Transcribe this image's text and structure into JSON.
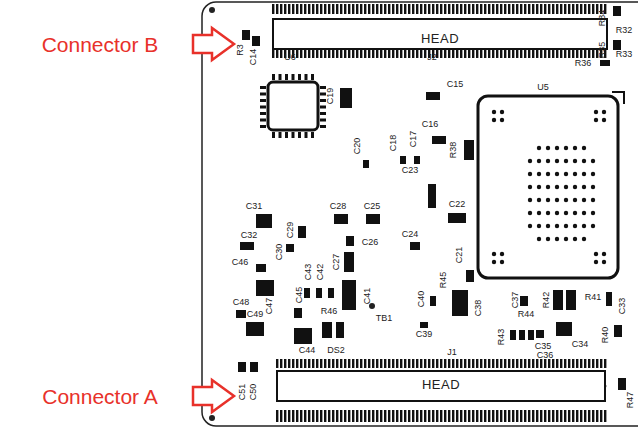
{
  "diagram": {
    "nodes": [
      {
        "text": [
          "HEAD"
        ]
      },
      {
        "text": [
          "HEAD"
        ]
      }
    ],
    "labels": [
      "Connector B",
      "Connector A",
      "R3",
      "C14",
      "U6",
      "J2",
      "R34",
      "R32",
      "R35",
      "R33",
      "R36",
      "U5",
      "C19",
      "C15",
      "R38",
      "C16",
      "C17",
      "C18",
      "C20",
      "C23",
      "C22",
      "C31",
      "C32",
      "C28",
      "C25",
      "C29",
      "C30",
      "C26",
      "C24",
      "C21",
      "C27",
      "C46",
      "C47",
      "C43",
      "C42",
      "C45",
      "C41",
      "C40",
      "R45",
      "C38",
      "C37",
      "R44",
      "R42",
      "R41",
      "C33",
      "C48",
      "C49",
      "R46",
      "TB1",
      "C39",
      "J1",
      "R40",
      "R43",
      "C35",
      "C34",
      "C36",
      "C44",
      "DS2",
      "C51",
      "C50",
      "R47"
    ]
  }
}
